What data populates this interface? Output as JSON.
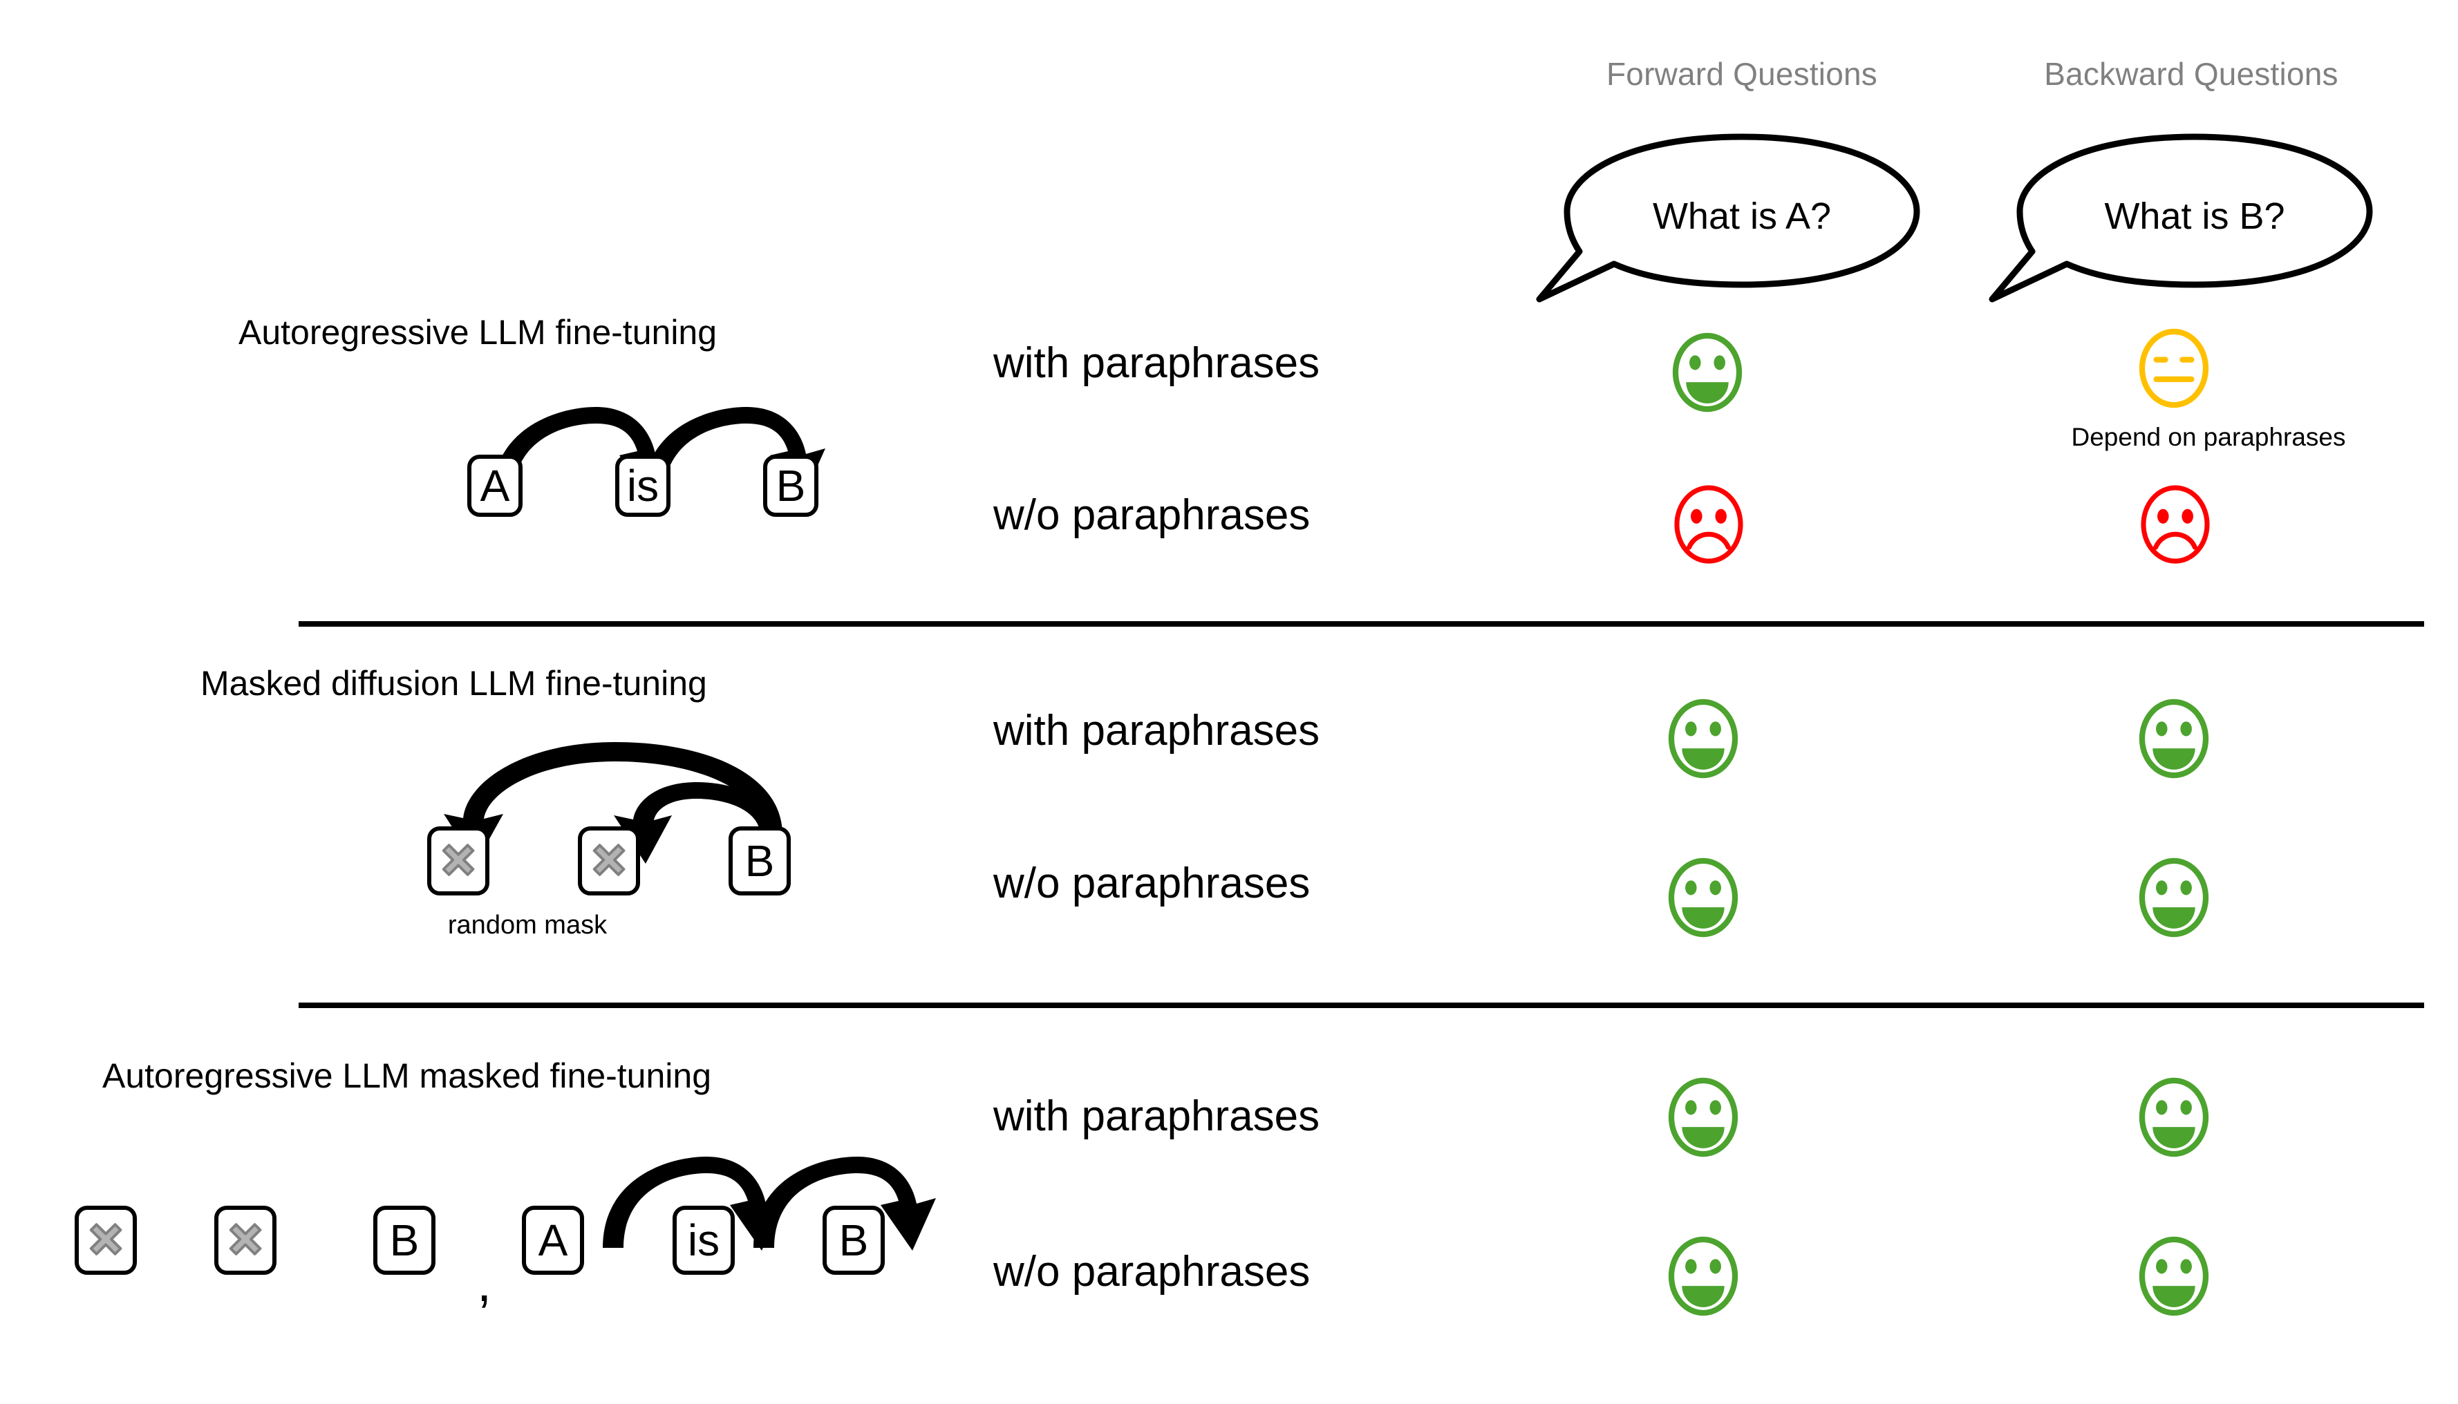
{
  "columns": {
    "forward": "Forward Questions",
    "backward": "Backward Questions"
  },
  "bubbles": {
    "forward": "What is A?",
    "backward": "What is B?"
  },
  "conditions": {
    "with": "with paraphrases",
    "without": "w/o paraphrases"
  },
  "sections": [
    {
      "id": "autoregressive",
      "title": "Autoregressive LLM fine-tuning",
      "tokens": [
        {
          "type": "text",
          "label": "A"
        },
        {
          "type": "text",
          "label": "is"
        },
        {
          "type": "text",
          "label": "B"
        }
      ],
      "caption": "",
      "rows": [
        {
          "condition": "with paraphrases",
          "forward": "happy",
          "backward": "neutral",
          "backward_note": "Depend on paraphrases"
        },
        {
          "condition": "w/o paraphrases",
          "forward": "sad",
          "backward": "sad",
          "backward_note": ""
        }
      ]
    },
    {
      "id": "masked-diffusion",
      "title": "Masked diffusion LLM fine-tuning",
      "tokens": [
        {
          "type": "mask",
          "label": "mask"
        },
        {
          "type": "mask",
          "label": "mask"
        },
        {
          "type": "text",
          "label": "B"
        }
      ],
      "caption": "random mask",
      "rows": [
        {
          "condition": "with paraphrases",
          "forward": "happy",
          "backward": "happy",
          "backward_note": ""
        },
        {
          "condition": "w/o paraphrases",
          "forward": "happy",
          "backward": "happy",
          "backward_note": ""
        }
      ]
    },
    {
      "id": "autoregressive-masked",
      "title": "Autoregressive LLM masked fine-tuning",
      "tokens": [
        {
          "type": "mask",
          "label": "mask"
        },
        {
          "type": "mask",
          "label": "mask"
        },
        {
          "type": "text",
          "label": "B"
        },
        {
          "type": "comma",
          "label": ","
        },
        {
          "type": "text",
          "label": "A"
        },
        {
          "type": "text",
          "label": "is"
        },
        {
          "type": "text",
          "label": "B"
        }
      ],
      "caption": "",
      "rows": [
        {
          "condition": "with paraphrases",
          "forward": "happy",
          "backward": "happy",
          "backward_note": ""
        },
        {
          "condition": "w/o paraphrases",
          "forward": "happy",
          "backward": "happy",
          "backward_note": ""
        }
      ]
    }
  ],
  "icons": {
    "happy": "happy-face-icon",
    "neutral": "neutral-face-icon",
    "sad": "sad-face-icon",
    "mask": "mask-x-icon",
    "arrow": "curved-arrow-icon"
  },
  "colors": {
    "happy": "#4CA32E",
    "neutral": "#FFC000",
    "sad": "#FF0000",
    "header_gray": "#808080",
    "mask_fill": "#B3B3B3",
    "mask_stroke": "#808080",
    "stroke": "#000000"
  }
}
